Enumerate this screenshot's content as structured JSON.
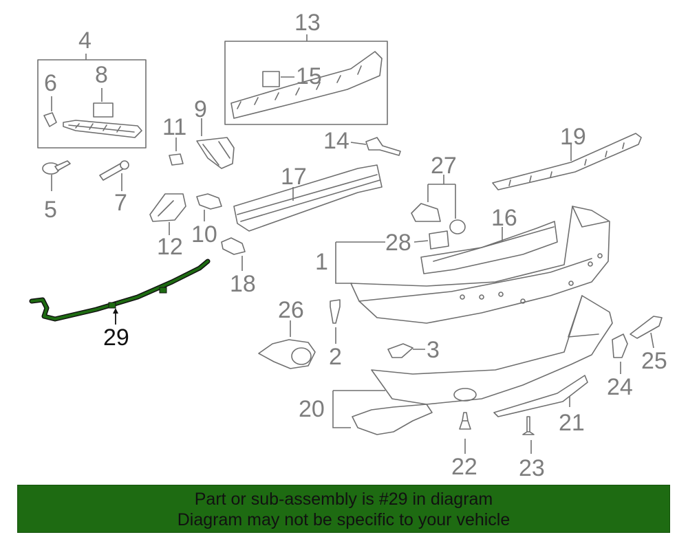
{
  "diagram": {
    "callouts": {
      "n1": "1",
      "n2": "2",
      "n3": "3",
      "n4": "4",
      "n5": "5",
      "n6": "6",
      "n7": "7",
      "n8": "8",
      "n9": "9",
      "n10": "10",
      "n11": "11",
      "n12": "12",
      "n13": "13",
      "n14": "14",
      "n15": "15",
      "n16": "16",
      "n17": "17",
      "n18": "18",
      "n19": "19",
      "n20": "20",
      "n21": "21",
      "n22": "22",
      "n23": "23",
      "n24": "24",
      "n25": "25",
      "n26": "26",
      "n27": "27",
      "n28": "28",
      "n29": "29"
    },
    "highlight_part": "29",
    "highlight_color": "#1e6b12"
  },
  "banner": {
    "line1": "Part or sub-assembly is #29 in diagram",
    "line2": "Diagram may not be specific to your vehicle",
    "background": "#1e6b12"
  }
}
